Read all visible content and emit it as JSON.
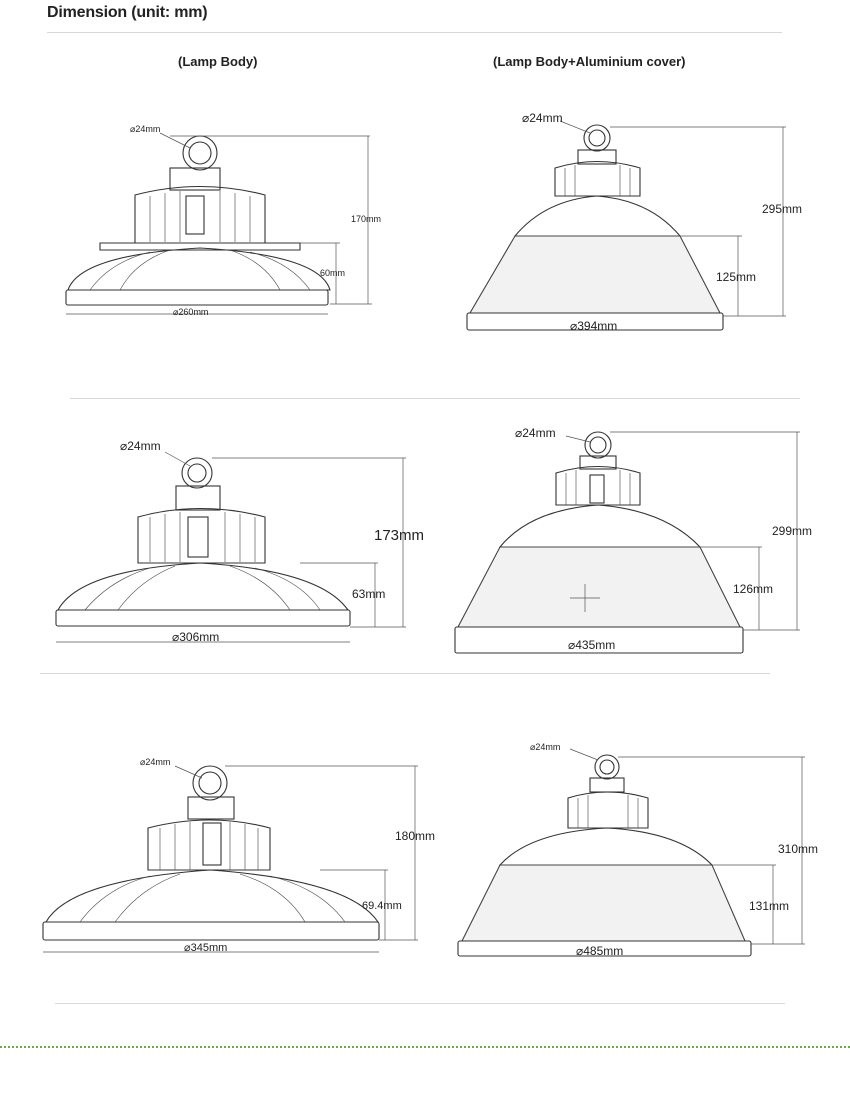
{
  "header": {
    "title": "Dimension (unit: mm)",
    "col_left": "(Lamp Body)",
    "col_right": "(Lamp Body+Aluminium cover)"
  },
  "colors": {
    "divider": "#d8d8d8",
    "dotted_rule": "#6aa84f",
    "line": "#333333"
  },
  "models": [
    {
      "body": {
        "ring": "24mm",
        "height": "170mm",
        "lower": "60mm",
        "diameter": "260mm"
      },
      "cover": {
        "ring": "24mm",
        "height": "295mm",
        "lower": "125mm",
        "diameter": "394mm"
      }
    },
    {
      "body": {
        "ring": "24mm",
        "height": "173mm",
        "lower": "63mm",
        "diameter": "306mm"
      },
      "cover": {
        "ring": "24mm",
        "height": "299mm",
        "lower": "126mm",
        "diameter": "435mm"
      }
    },
    {
      "body": {
        "ring": "24mm",
        "height": "180mm",
        "lower": "69.4mm",
        "diameter": "345mm"
      },
      "cover": {
        "ring": "24mm",
        "height": "310mm",
        "lower": "131mm",
        "diameter": "485mm"
      }
    }
  ],
  "symbols": {
    "diameter": "⌀"
  }
}
